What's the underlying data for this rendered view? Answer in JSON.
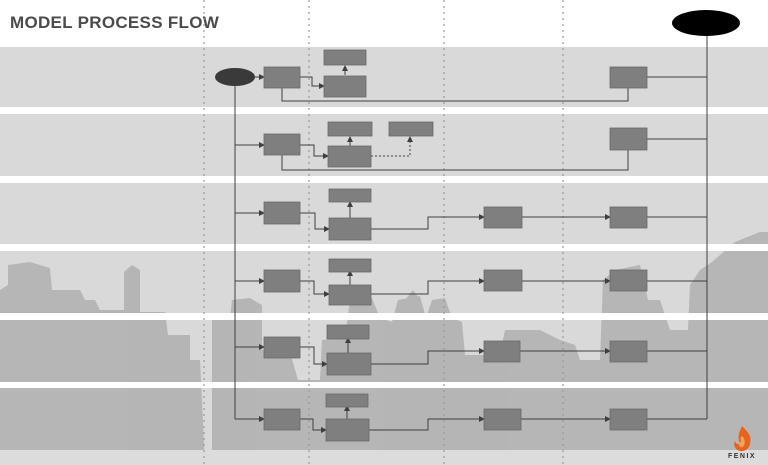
{
  "page_title": "MODEL PROCESS FLOW",
  "brand": {
    "name": "FENIX",
    "accent": "#e8641e"
  },
  "colors": {
    "lane": "#d9d9d9",
    "box": "#7f7f7f",
    "box_border": "#6a6a6a",
    "line": "#3f3f3f",
    "terminal": "#000000",
    "start": "#3a3a3a",
    "divider": "#9a9a9a"
  },
  "lanes": [
    {
      "id": 1
    },
    {
      "id": 2
    },
    {
      "id": 3
    },
    {
      "id": 4
    },
    {
      "id": 5
    },
    {
      "id": 6
    }
  ]
}
